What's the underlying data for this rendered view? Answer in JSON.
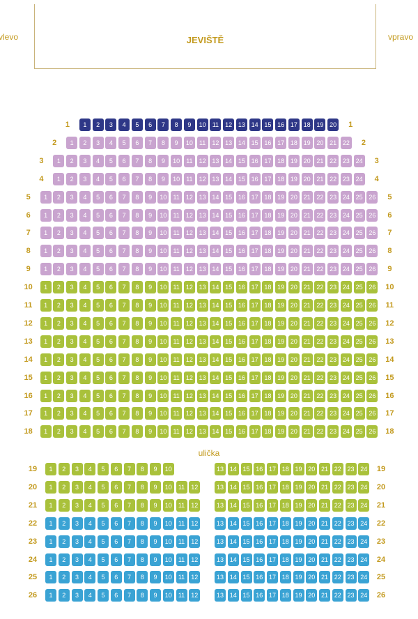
{
  "stage": {
    "label": "JEVIŠTĚ",
    "left_label": "vlevo",
    "right_label": "vpravo"
  },
  "aisle_label": "ulička",
  "colors": {
    "navy": "#2e3787",
    "lilac": "#c9a4cf",
    "green": "#a9c13b",
    "blue": "#3aa3d4",
    "label": "#c39a1e"
  },
  "upper_rows": [
    {
      "row": "1",
      "seats": 20,
      "color": "navy"
    },
    {
      "row": "2",
      "seats": 22,
      "color": "lilac"
    },
    {
      "row": "3",
      "seats": 24,
      "color": "lilac"
    },
    {
      "row": "4",
      "seats": 24,
      "color": "lilac"
    },
    {
      "row": "5",
      "seats": 26,
      "color": "lilac"
    },
    {
      "row": "6",
      "seats": 26,
      "color": "lilac"
    },
    {
      "row": "7",
      "seats": 26,
      "color": "lilac"
    },
    {
      "row": "8",
      "seats": 26,
      "color": "lilac"
    },
    {
      "row": "9",
      "seats": 26,
      "color": "lilac"
    },
    {
      "row": "10",
      "seats": 26,
      "color": "green"
    },
    {
      "row": "11",
      "seats": 26,
      "color": "green"
    },
    {
      "row": "12",
      "seats": 26,
      "color": "green"
    },
    {
      "row": "13",
      "seats": 26,
      "color": "green"
    },
    {
      "row": "14",
      "seats": 26,
      "color": "green"
    },
    {
      "row": "15",
      "seats": 26,
      "color": "green"
    },
    {
      "row": "16",
      "seats": 26,
      "color": "green"
    },
    {
      "row": "17",
      "seats": 26,
      "color": "green"
    },
    {
      "row": "18",
      "seats": 26,
      "color": "green"
    }
  ],
  "lower_rows": [
    {
      "row": "19",
      "left_seats": 10,
      "right_from": 13,
      "right_to": 24,
      "color": "green"
    },
    {
      "row": "20",
      "left_seats": 12,
      "right_from": 13,
      "right_to": 24,
      "color": "green"
    },
    {
      "row": "21",
      "left_seats": 12,
      "right_from": 13,
      "right_to": 24,
      "color": "green"
    },
    {
      "row": "22",
      "left_seats": 12,
      "right_from": 13,
      "right_to": 24,
      "color": "blue"
    },
    {
      "row": "23",
      "left_seats": 12,
      "right_from": 13,
      "right_to": 24,
      "color": "blue"
    },
    {
      "row": "24",
      "left_seats": 12,
      "right_from": 13,
      "right_to": 24,
      "color": "blue"
    },
    {
      "row": "25",
      "left_seats": 12,
      "right_from": 13,
      "right_to": 24,
      "color": "blue"
    },
    {
      "row": "26",
      "left_seats": 12,
      "right_from": 13,
      "right_to": 24,
      "color": "blue"
    }
  ]
}
